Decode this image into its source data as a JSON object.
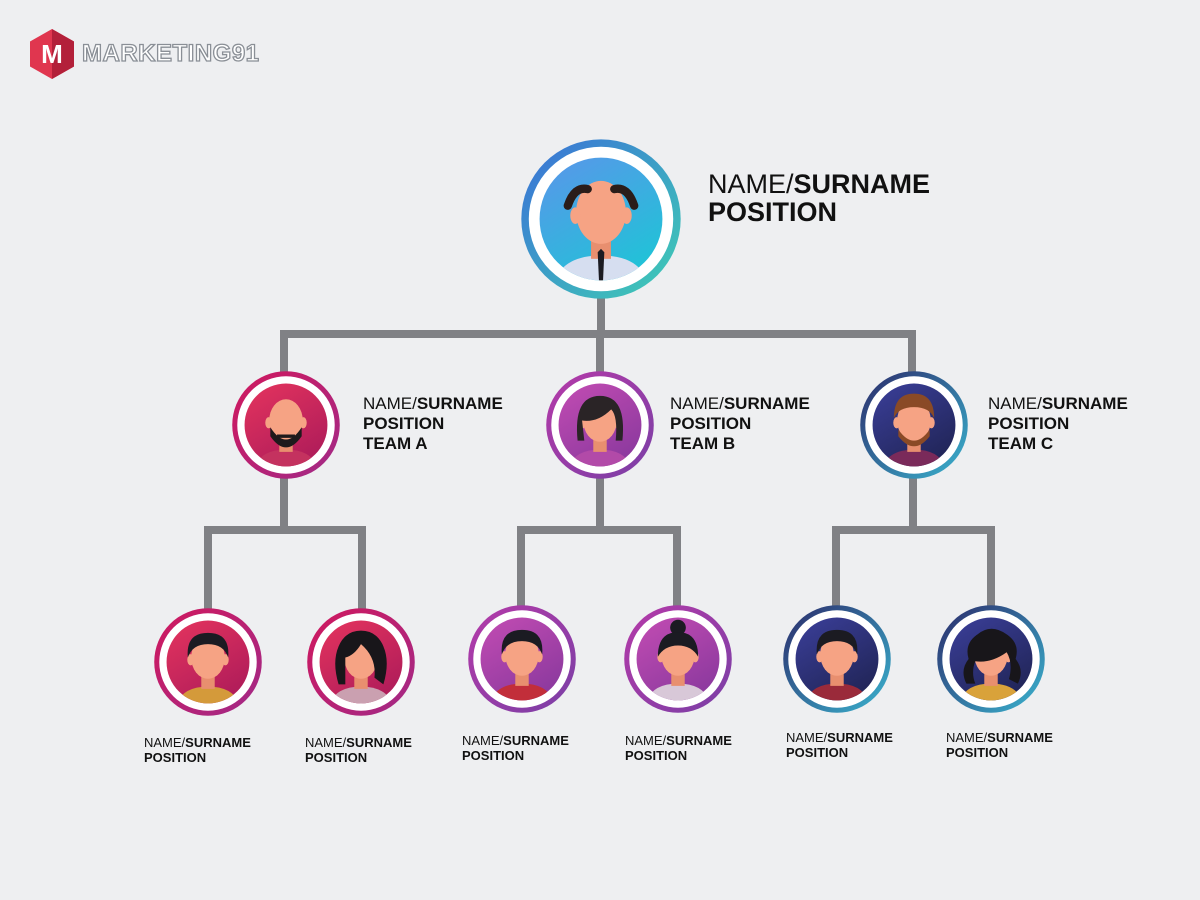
{
  "brand": {
    "logo_letter": "M",
    "name": "MARKETING91",
    "colors": {
      "logo_red": "#e0364f",
      "logo_dark": "#b3203a"
    }
  },
  "connector_color": "#808185",
  "ceo": {
    "name_prefix": "NAME/",
    "name_main": "SURNAME",
    "position": "POSITION",
    "ring_colors": [
      "#3a6fd8",
      "#3fcfb4"
    ],
    "bg_colors": [
      "#5b95ea",
      "#22c1d8"
    ],
    "avatar_icon": "bald-man-shirt-tie-icon"
  },
  "teams": [
    {
      "name_prefix": "NAME/",
      "name_main": "SURNAME",
      "position": "POSITION",
      "team": "TEAM A",
      "ring_colors": [
        "#d1185d",
        "#a12a88"
      ],
      "bg_colors": [
        "#e5345e",
        "#b11d5a"
      ],
      "avatar_icon": "bald-bearded-man-icon",
      "members": [
        {
          "name_prefix": "NAME/",
          "name_main": "SURNAME",
          "position": "POSITION",
          "avatar_icon": "man-short-hair-icon"
        },
        {
          "name_prefix": "NAME/",
          "name_main": "SURNAME",
          "position": "POSITION",
          "avatar_icon": "woman-curly-hair-icon"
        }
      ]
    },
    {
      "name_prefix": "NAME/",
      "name_main": "SURNAME",
      "position": "POSITION",
      "team": "TEAM B",
      "ring_colors": [
        "#b53aa8",
        "#7a3fa6"
      ],
      "bg_colors": [
        "#c34cb3",
        "#8e3a9f"
      ],
      "avatar_icon": "woman-bob-hair-icon",
      "members": [
        {
          "name_prefix": "NAME/",
          "name_main": "SURNAME",
          "position": "POSITION",
          "avatar_icon": "man-short-hair-icon"
        },
        {
          "name_prefix": "NAME/",
          "name_main": "SURNAME",
          "position": "POSITION",
          "avatar_icon": "woman-hair-bun-icon"
        }
      ]
    },
    {
      "name_prefix": "NAME/",
      "name_main": "SURNAME",
      "position": "POSITION",
      "team": "TEAM C",
      "ring_colors": [
        "#2c2a6a",
        "#3ab5d0"
      ],
      "bg_colors": [
        "#3b3f9a",
        "#22265a"
      ],
      "avatar_icon": "bearded-man-brown-hair-icon",
      "members": [
        {
          "name_prefix": "NAME/",
          "name_main": "SURNAME",
          "position": "POSITION",
          "avatar_icon": "man-short-hair-icon"
        },
        {
          "name_prefix": "NAME/",
          "name_main": "SURNAME",
          "position": "POSITION",
          "avatar_icon": "woman-wavy-hair-icon"
        }
      ]
    }
  ]
}
